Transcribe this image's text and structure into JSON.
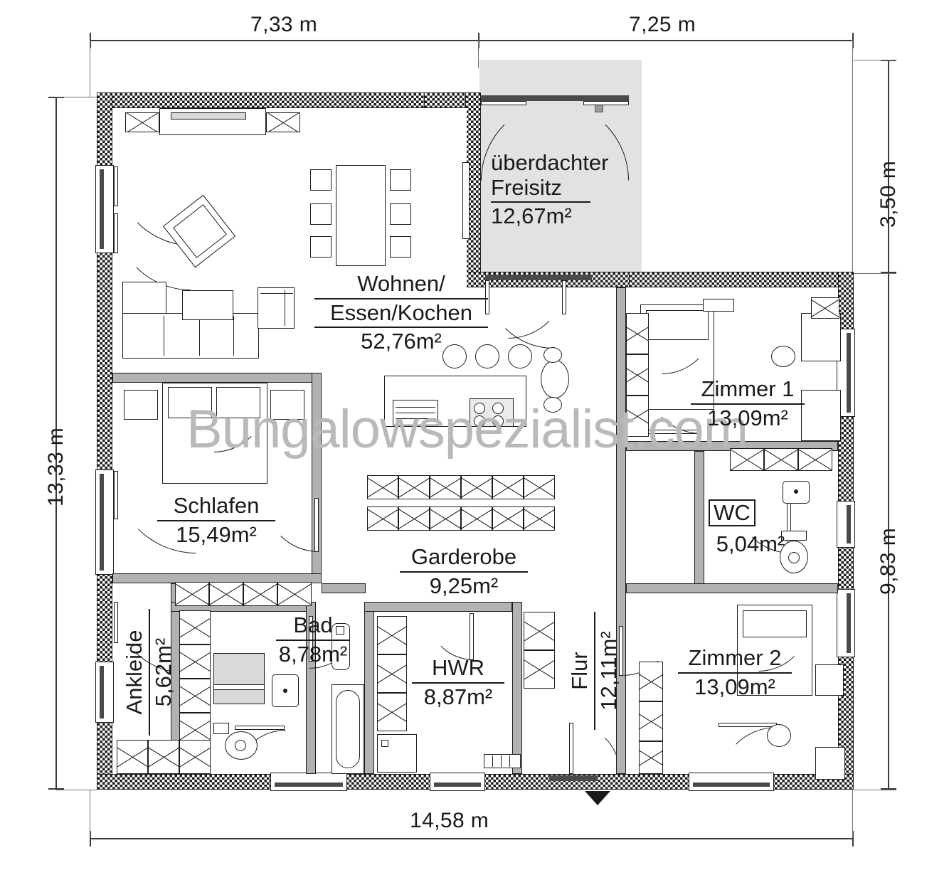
{
  "plan": {
    "watermark": "Bungalowspezialist.com",
    "unit": "m",
    "area_unit": "m²"
  },
  "dimensions": {
    "top_left": "7,33 m",
    "top_right": "7,25 m",
    "bottom": "14,58 m",
    "left": "13,33 m",
    "right_upper": "3,50 m",
    "right_lower": "9,83 m"
  },
  "rooms": {
    "terrace": {
      "line1": "überdachter",
      "line2": "Freisitz",
      "area": "12,67m²"
    },
    "living": {
      "line1": "Wohnen/",
      "line2": "Essen/Kochen",
      "area": "52,76m²"
    },
    "bedroom": {
      "name": "Schlafen",
      "area": "15,49m²"
    },
    "dressing": {
      "name": "Ankleide",
      "area": "5,62m²"
    },
    "bath": {
      "name": "Bad",
      "area": "8,78m²"
    },
    "wardrobe": {
      "name": "Garderobe",
      "area": "9,25m²"
    },
    "utility": {
      "name": "HWR",
      "area": "8,87m²"
    },
    "hall": {
      "name": "Flur",
      "area": "12,11m²"
    },
    "room1": {
      "name": "Zimmer 1",
      "area": "13,09m²"
    },
    "room2": {
      "name": "Zimmer 2",
      "area": "13,09m²"
    },
    "wc": {
      "name": "WC",
      "area": "5,04m²"
    }
  },
  "colors": {
    "wall_fill": "#b2b2b2",
    "ink": "#1d1d1d",
    "terrace_fill": "#e2e2e2",
    "watermark": "#b9b9b9"
  }
}
